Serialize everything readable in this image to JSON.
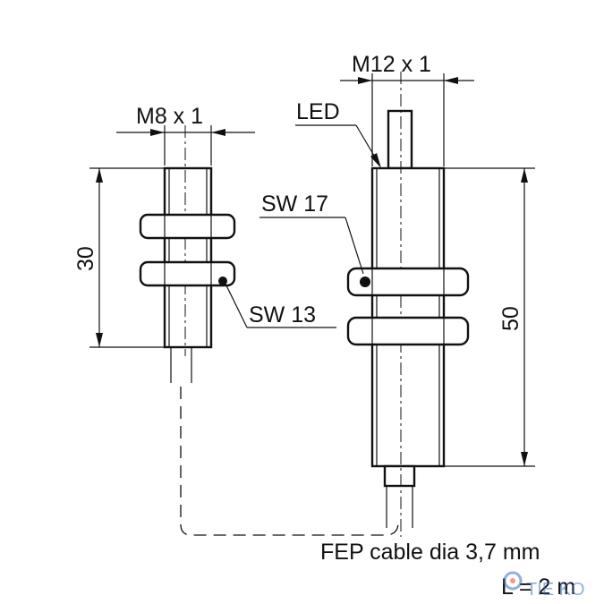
{
  "labels": {
    "m8_thread": "M8 x 1",
    "m12_thread": "M12 x 1",
    "led": "LED",
    "sw17": "SW 17",
    "sw13": "SW 13",
    "length_small": "30",
    "length_large": "50",
    "cable_spec": "FEP cable dia 3,7 mm",
    "cable_length": "L = 2 m",
    "watermark": "TIE KO"
  }
}
